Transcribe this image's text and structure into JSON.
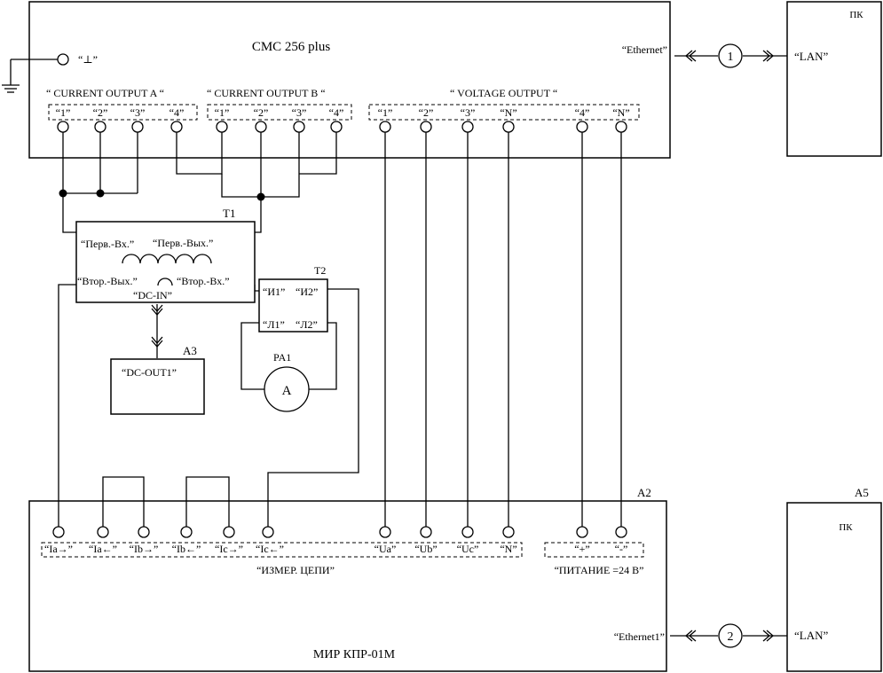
{
  "cmc": {
    "title": "CMC 256 plus",
    "ground_label": "“⊥”",
    "ethernet_label": "“Ethernet”",
    "group_a": "“ CURRENT OUTPUT A “",
    "group_b": "“ CURRENT OUTPUT B “",
    "group_v": "“ VOLTAGE OUTPUT “",
    "terms_a": [
      "“1”",
      "“2”",
      "“3”",
      "“4”"
    ],
    "terms_b": [
      "“1”",
      "“2”",
      "“3”",
      "“4”"
    ],
    "terms_v": [
      "“1”",
      "“2”",
      "“3”",
      "“N”",
      "“4”",
      "“N”"
    ]
  },
  "pc_top": {
    "title": "ПК",
    "lan": "“LAN”"
  },
  "pc_bottom": {
    "ref": "A5",
    "title": "ПК",
    "lan": "“LAN”"
  },
  "link1": {
    "num": "1"
  },
  "link2": {
    "num": "2"
  },
  "t1": {
    "ref": "T1",
    "prim_in": "“Перв.-Вх.”",
    "prim_out": "“Перв.-Вых.”",
    "sec_out": "“Втор.-Вых.”",
    "sec_in": "“Втор.-Вх.”",
    "dc_in": "“DC-IN”"
  },
  "t2": {
    "ref": "T2",
    "i1": "“И1”",
    "i2": "“И2”",
    "l1": "“Л1”",
    "l2": "“Л2”"
  },
  "pa1": {
    "ref": "PA1",
    "symbol": "A"
  },
  "a3": {
    "ref": "A3",
    "label": "“DC-OUT1”"
  },
  "mir": {
    "ref": "A2",
    "title": "МИР КПР-01М",
    "ethernet_label": "“Ethernet1”",
    "terms": [
      "“Ia→”",
      "“Ia←”",
      "“Ib→”",
      "“Ib←”",
      "“Ic→”",
      "“Ic←”",
      "“Ua”",
      "“Ub”",
      "“Uc”",
      "“N”",
      "“+”",
      "“-”"
    ],
    "group_meas": "“ИЗМЕР. ЦЕПИ”",
    "group_power": "“ПИТАНИЕ =24 В”"
  }
}
